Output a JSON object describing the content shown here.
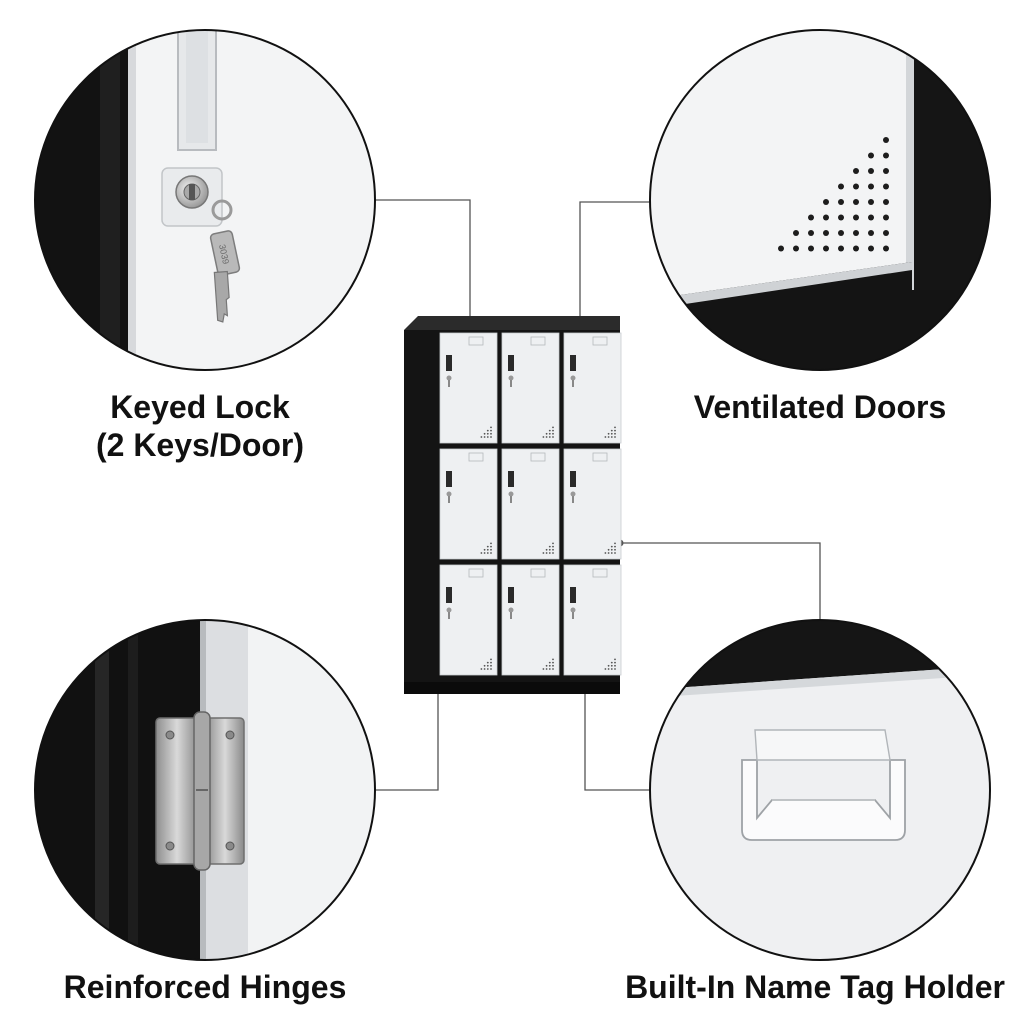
{
  "features": {
    "keyed_lock": {
      "line1": "Keyed Lock",
      "line2": "(2 Keys/Door)"
    },
    "ventilated_doors": {
      "label": "Ventilated Doors"
    },
    "reinforced_hinges": {
      "label": "Reinforced Hinges"
    },
    "name_tag_holder": {
      "label": "Built-In Name Tag Holder"
    }
  },
  "locker": {
    "rows": 3,
    "columns": 3
  },
  "key_text": "3039",
  "colors": {
    "frame": "#141414",
    "door": "#eef0f2",
    "callout_line": "#555555",
    "ring": "#111111",
    "text": "#111111"
  }
}
